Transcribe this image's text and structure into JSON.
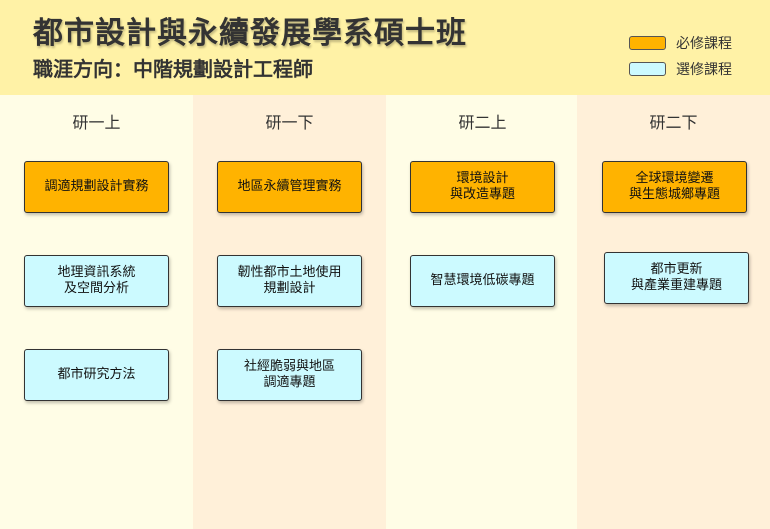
{
  "header": {
    "title": "都市設計與永續發展學系碩士班",
    "subtitle": "職涯方向：中階規劃設計工程師"
  },
  "legend": {
    "required": {
      "label": "必修課程",
      "color": "#ffb300"
    },
    "elective": {
      "label": "選修課程",
      "color": "#ccfaff"
    }
  },
  "columns": [
    {
      "label": "研一上",
      "background": "#fffde6"
    },
    {
      "label": "研一下",
      "background": "#fff0d9"
    },
    {
      "label": "研二上",
      "background": "#fffde6"
    },
    {
      "label": "研二下",
      "background": "#fff0d9"
    }
  ],
  "courses": {
    "c1_1": {
      "name": "調適規劃設計實務",
      "type": "required"
    },
    "c1_2": {
      "name": "地理資訊系統\n及空間分析",
      "type": "elective"
    },
    "c1_3": {
      "name": "都市研究方法",
      "type": "elective"
    },
    "c2_1": {
      "name": "地區永續管理實務",
      "type": "required"
    },
    "c2_2": {
      "name": "韌性都市土地使用\n規劃設計",
      "type": "elective"
    },
    "c2_3": {
      "name": "社經脆弱與地區\n調適專題",
      "type": "elective"
    },
    "c3_1": {
      "name": "環境設計\n與改造專題",
      "type": "required"
    },
    "c3_2": {
      "name": "智慧環境低碳專題",
      "type": "elective"
    },
    "c4_1": {
      "name": "全球環境變遷\n與生態城鄉專題",
      "type": "required"
    },
    "c4_2": {
      "name": "都市更新\n與產業重建專題",
      "type": "elective"
    }
  }
}
